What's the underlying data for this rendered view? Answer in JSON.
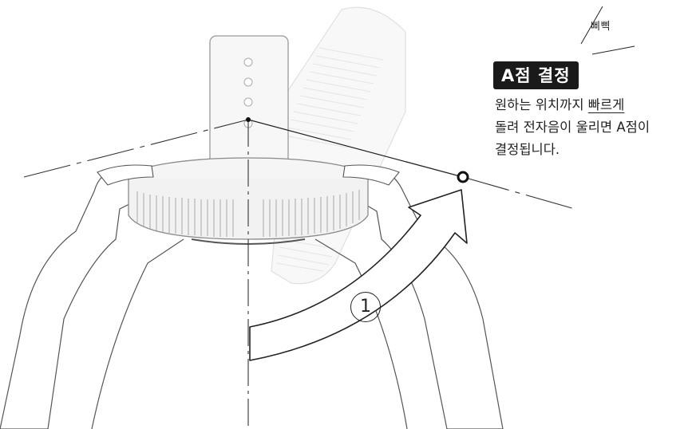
{
  "beep_text": "삐삑",
  "title": "A점 결정",
  "desc": {
    "part1": "원하는 위치까지 ",
    "emphasis": "빠르게",
    "line2": "돌려 전자음이 울리면 A점이",
    "line3": "결정됩니다."
  },
  "step_number": "1",
  "icons": [
    "hand-left-icon",
    "hand-right-icon",
    "fan-body-icon",
    "fan-head-rotated-icon",
    "rotation-arrow-icon",
    "point-a-marker-icon"
  ]
}
